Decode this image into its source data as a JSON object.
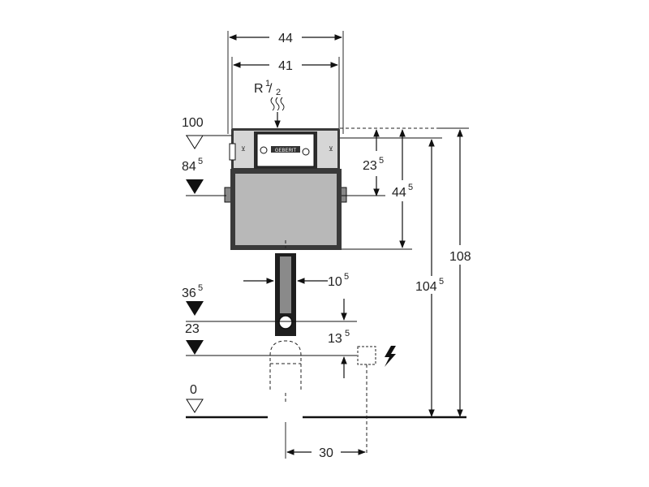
{
  "dimensions": {
    "width_44": "44",
    "width_41": "41",
    "connection": {
      "base": "R",
      "sup": "1",
      "sub": "2"
    },
    "dim_23_5": {
      "base": "23",
      "sup": "5"
    },
    "dim_44_5": {
      "base": "44",
      "sup": "5"
    },
    "dim_104_5": {
      "base": "104",
      "sup": "5"
    },
    "dim_108": "108",
    "dim_10_5": {
      "base": "10",
      "sup": "5"
    },
    "dim_13_5": {
      "base": "13",
      "sup": "5"
    },
    "dim_30": "30"
  },
  "levels": {
    "level_100": "100",
    "level_84_5": {
      "base": "84",
      "sup": "5"
    },
    "level_36_5": {
      "base": "36",
      "sup": "5"
    },
    "level_23": "23",
    "level_0": "0"
  },
  "brand": "GEBERIT"
}
